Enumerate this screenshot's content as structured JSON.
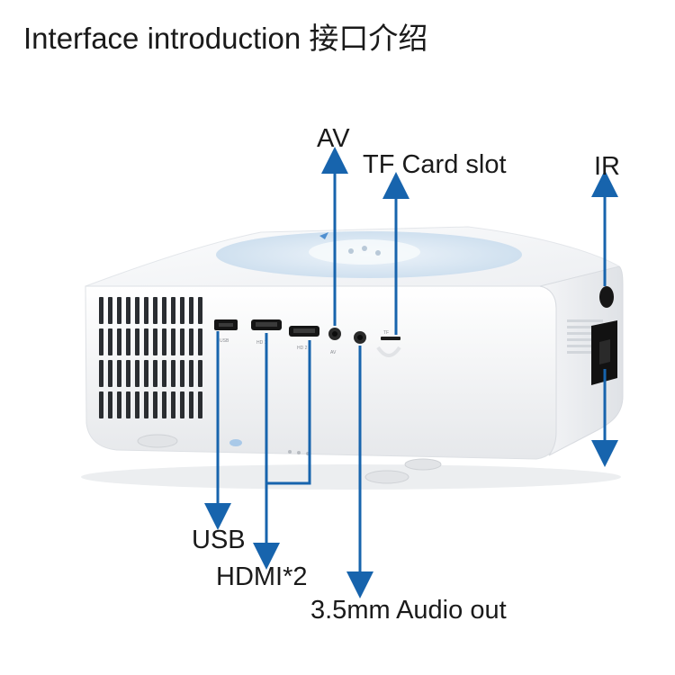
{
  "title": "Interface introduction 接口介绍",
  "callouts": {
    "av": "AV",
    "tf_card": "TF Card slot",
    "ir": "IR",
    "usb": "USB",
    "hdmi": "HDMI*2",
    "audio": "3.5mm Audio out"
  },
  "port_labels": {
    "usb": "USB",
    "hd1": "HD 1",
    "hd2": "HD 2",
    "av": "AV",
    "tf": "TF"
  },
  "colors": {
    "arrow": "#1764ad",
    "text": "#1a1a1a",
    "body": "#f2f3f5",
    "top_panel": "#dde8f3"
  }
}
